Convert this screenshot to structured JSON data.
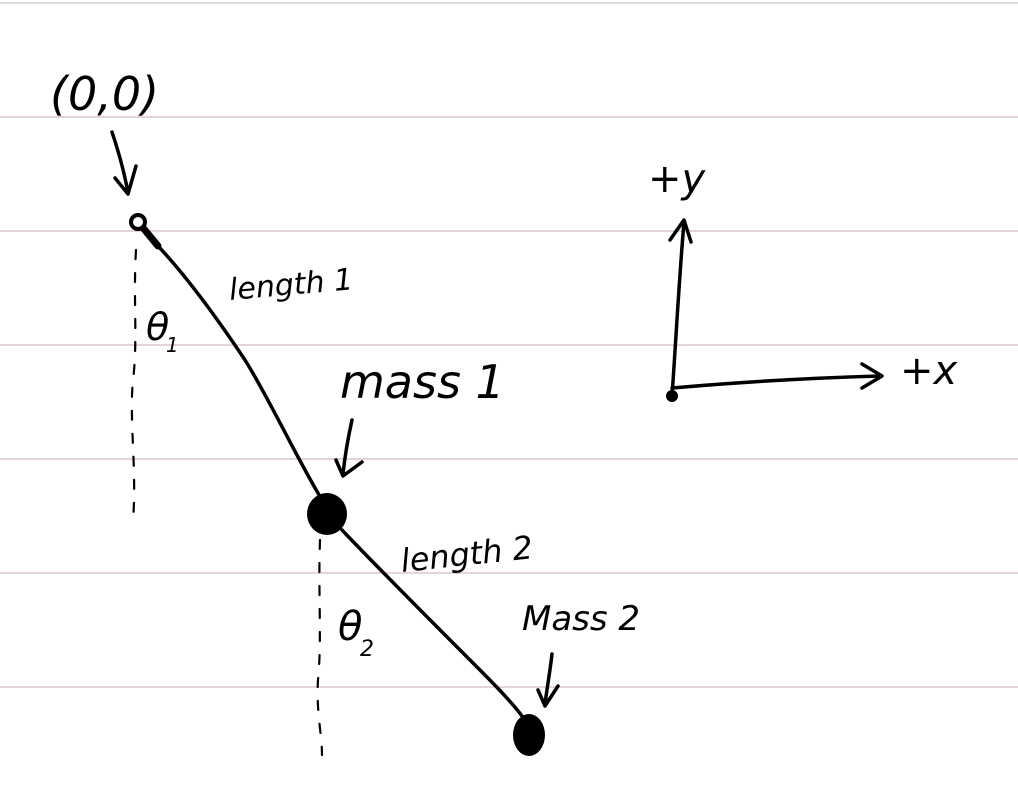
{
  "diagram": {
    "origin_label": "(0,0)",
    "length_1_label": "length 1",
    "length_2_label": "length 2",
    "mass_1_label": "mass 1",
    "mass_2_label": "Mass 2",
    "theta_1_symbol": "θ",
    "theta_1_subscript": "1",
    "theta_2_symbol": "θ",
    "theta_2_subscript": "2",
    "axis_x_label": "+x",
    "axis_y_label": "+y"
  },
  "colors": {
    "ink": "#000000",
    "paper": "#ffffff",
    "rule_line": "#c9aab0"
  }
}
